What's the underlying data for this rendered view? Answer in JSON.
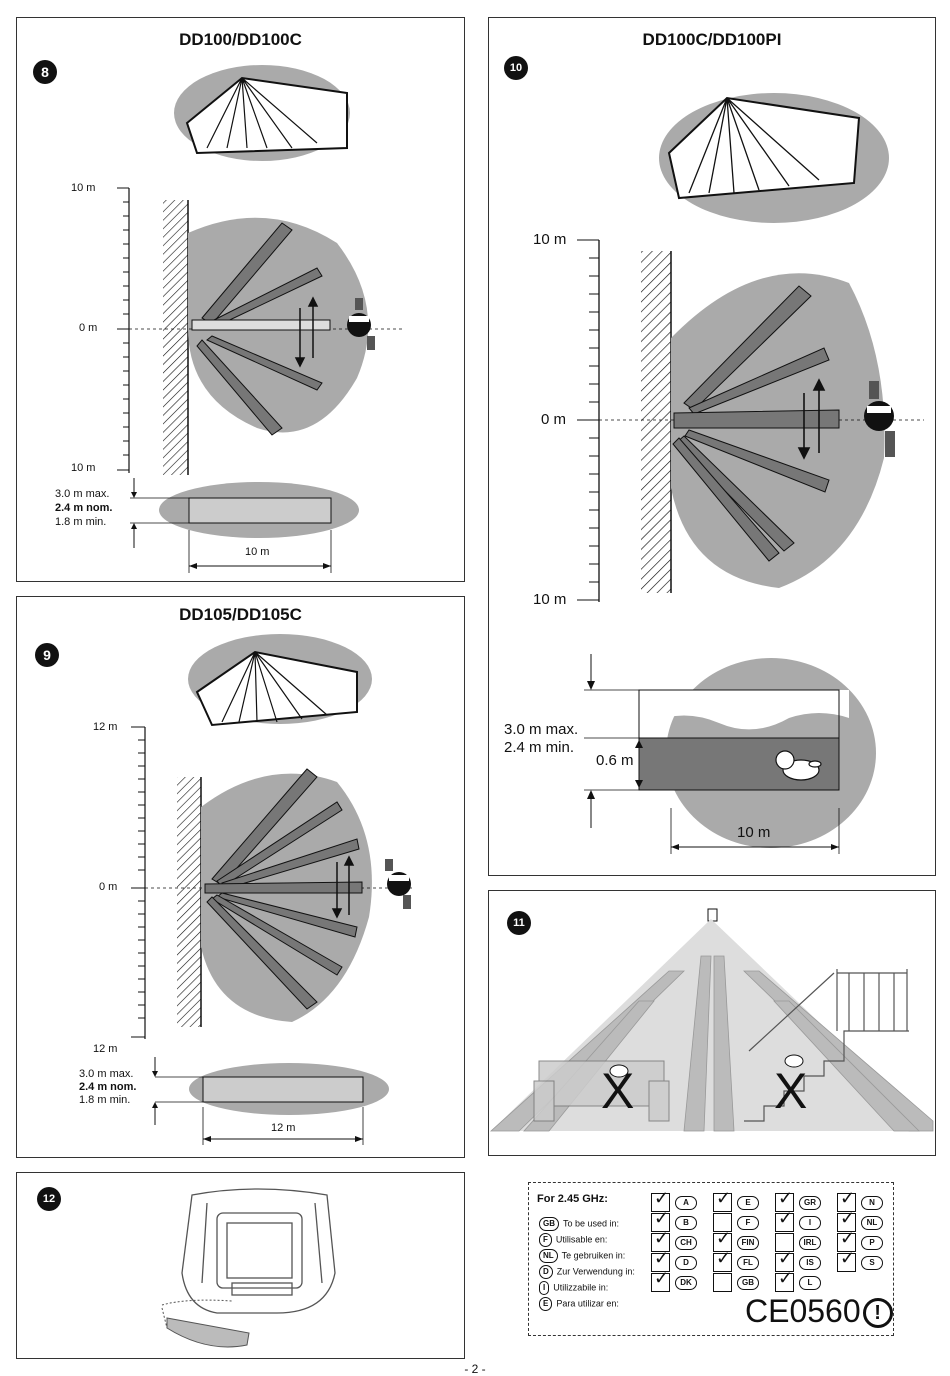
{
  "panel8": {
    "number": "8",
    "title": "DD100/DD100C",
    "scale_top": "10 m",
    "scale_mid": "0 m",
    "scale_bottom": "10 m",
    "height_max": "3.0 m max.",
    "height_nom": "2.4 m nom.",
    "height_min": "1.8 m min.",
    "range": "10 m"
  },
  "panel9": {
    "number": "9",
    "title": "DD105/DD105C",
    "scale_top": "12 m",
    "scale_mid": "0 m",
    "scale_bottom": "12 m",
    "height_max": "3.0 m max.",
    "height_nom": "2.4 m nom.",
    "height_min": "1.8 m min.",
    "range": "12 m"
  },
  "panel10": {
    "number": "10",
    "title": "DD100C/DD100PI",
    "scale_top": "10 m",
    "scale_mid": "0 m",
    "scale_bottom": "10 m",
    "height_max": "3.0 m max.",
    "height_min": "2.4 m min.",
    "pet_height": "0.6 m",
    "range": "10 m"
  },
  "panel11": {
    "number": "11",
    "mark": "X"
  },
  "panel12": {
    "number": "12"
  },
  "compliance": {
    "heading": "For 2.45 GHz:",
    "legend": [
      {
        "code": "GB",
        "text": "To be used in:"
      },
      {
        "code": "F",
        "text": "Utilisable en:"
      },
      {
        "code": "NL",
        "text": "Te gebruiken in:"
      },
      {
        "code": "D",
        "text": "Zur Verwendung in:"
      },
      {
        "code": "I",
        "text": "Utilizzabile in:"
      },
      {
        "code": "E",
        "text": "Para utilizar en:"
      }
    ],
    "columns": [
      [
        {
          "code": "A",
          "checked": true
        },
        {
          "code": "B",
          "checked": true
        },
        {
          "code": "CH",
          "checked": true
        },
        {
          "code": "D",
          "checked": true
        },
        {
          "code": "DK",
          "checked": true
        }
      ],
      [
        {
          "code": "E",
          "checked": true
        },
        {
          "code": "F",
          "checked": false
        },
        {
          "code": "FIN",
          "checked": true
        },
        {
          "code": "FL",
          "checked": true
        },
        {
          "code": "GB",
          "checked": false
        }
      ],
      [
        {
          "code": "GR",
          "checked": true
        },
        {
          "code": "I",
          "checked": true
        },
        {
          "code": "IRL",
          "checked": false
        },
        {
          "code": "IS",
          "checked": true
        },
        {
          "code": "L",
          "checked": true
        }
      ],
      [
        {
          "code": "N",
          "checked": true
        },
        {
          "code": "NL",
          "checked": true
        },
        {
          "code": "P",
          "checked": true
        },
        {
          "code": "S",
          "checked": true
        }
      ]
    ],
    "ce_mark": "CE0560"
  },
  "footer": "- 2 -"
}
